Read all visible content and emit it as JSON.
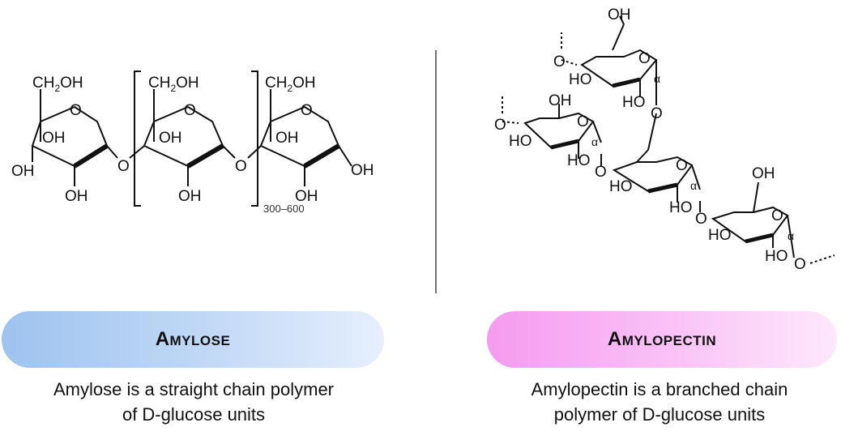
{
  "amylose": {
    "title": "Amylose",
    "description_line1": "Amylose is a straight chain polymer",
    "description_line2": "of D-glucose units",
    "repeat_count": "300–600",
    "pill_color": "#9ec3ef"
  },
  "amylopectin": {
    "title": "Amylopectin",
    "description_line1": "Amylopectin is a branched chain",
    "description_line2": "polymer of D-glucose units",
    "pill_color": "#f59af0"
  },
  "labels": {
    "ch2oh_main": "CH",
    "ch2oh_sub": "2",
    "ch2oh_tail": "OH",
    "oh": "OH",
    "ho": "HO",
    "o": "O"
  }
}
